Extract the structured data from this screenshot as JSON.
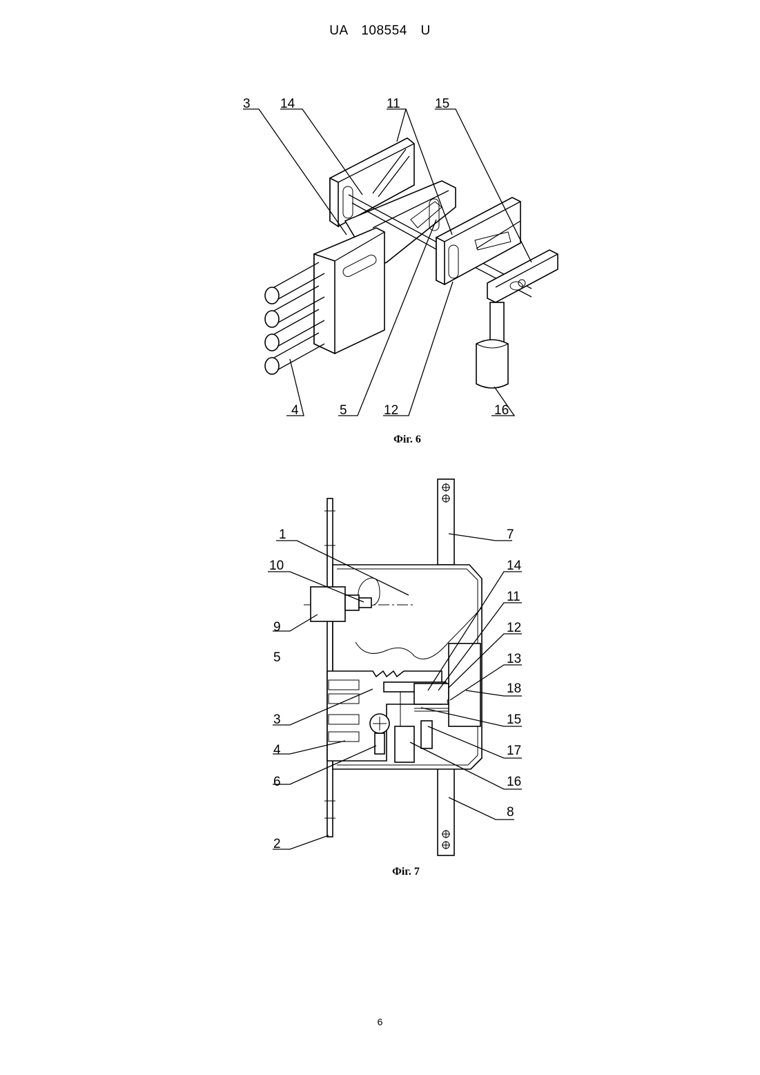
{
  "header": "UA 108554 U",
  "page_number": "6",
  "figure6": {
    "caption": "Фіг. 6",
    "labels": {
      "l3": "3",
      "l14": "14",
      "l11": "11",
      "l15": "15",
      "l4": "4",
      "l5": "5",
      "l12": "12",
      "l16": "16"
    }
  },
  "figure7": {
    "caption": "Фіг. 7",
    "labels": {
      "l1": "1",
      "l10": "10",
      "l9": "9",
      "l5": "5",
      "l3": "3",
      "l4": "4",
      "l6": "6",
      "l2": "2",
      "l7": "7",
      "l14": "14",
      "l11": "11",
      "l12": "12",
      "l13": "13",
      "l18": "18",
      "l15": "15",
      "l17": "17",
      "l16": "16",
      "l8": "8"
    }
  }
}
